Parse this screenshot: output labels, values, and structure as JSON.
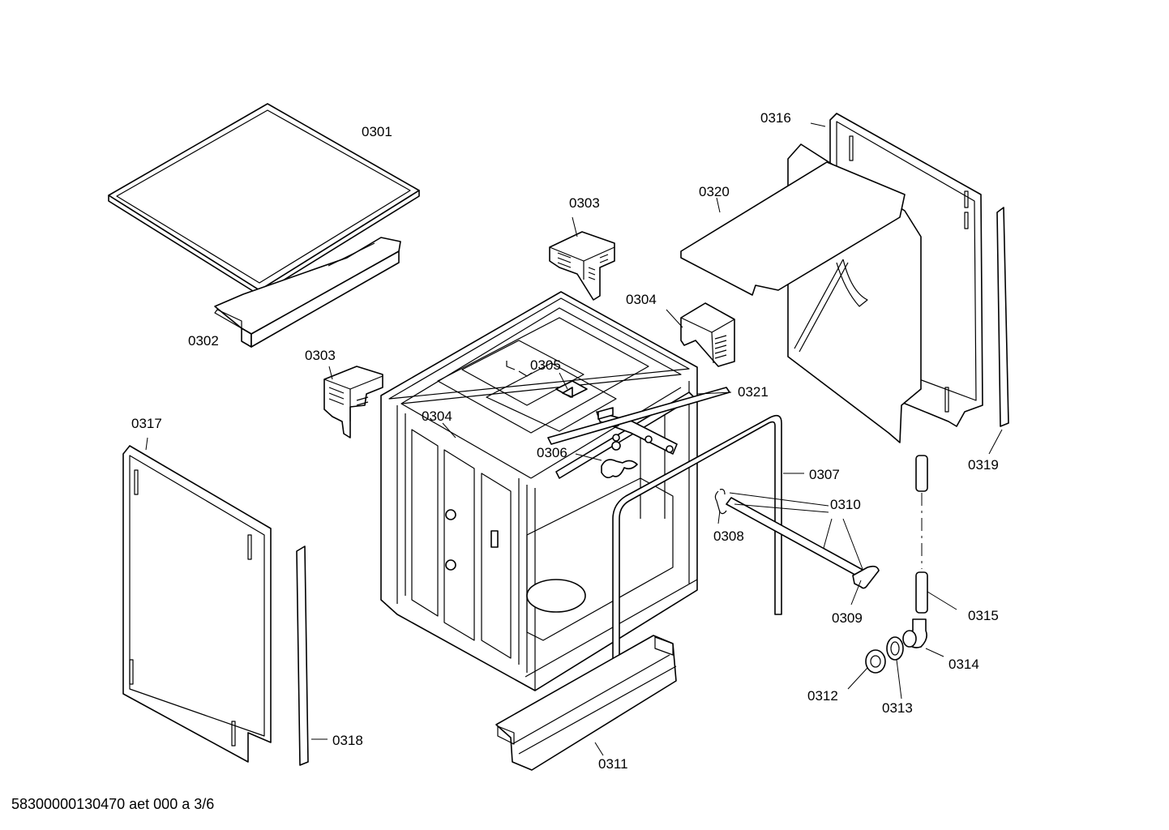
{
  "labels": {
    "l0301": "0301",
    "l0302": "0302",
    "l0303a": "0303",
    "l0303b": "0303",
    "l0304a": "0304",
    "l0304b": "0304",
    "l0305": "0305",
    "l0306": "0306",
    "l0307": "0307",
    "l0308": "0308",
    "l0309": "0309",
    "l0310": "0310",
    "l0311": "0311",
    "l0312": "0312",
    "l0313": "0313",
    "l0314": "0314",
    "l0315": "0315",
    "l0316": "0316",
    "l0317": "0317",
    "l0318": "0318",
    "l0319": "0319",
    "l0320": "0320",
    "l0321": "0321"
  },
  "footer": "58300000130470 aet 000 a 3/6"
}
